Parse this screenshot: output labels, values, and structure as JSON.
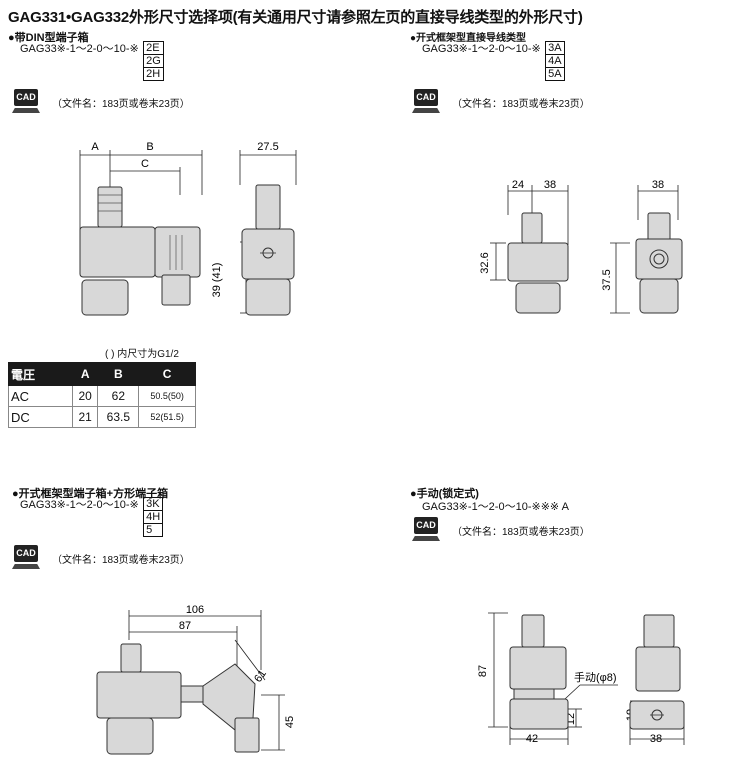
{
  "title": "GAG331•GAG332外形尺寸选择项(有关通用尺寸请参照左页的直接导线类型的外形尺寸)",
  "sections": {
    "din": {
      "title": "●带DIN型端子箱",
      "model": "GAG33※-1～2-0～10-※",
      "options": [
        "2E",
        "2G",
        "2H"
      ],
      "cad_label": "CAD",
      "cad_text": "（文件名：183页或卷末23页）",
      "dims": {
        "a": "A",
        "b": "B",
        "c": "C",
        "w": "27.5",
        "h": "39 (41)"
      }
    },
    "open_direct": {
      "title": "●开式框架型直接导线类型",
      "model": "GAG33※-1～2-0～10-※",
      "options": [
        "3A",
        "4A",
        "5A"
      ],
      "cad_label": "CAD",
      "cad_text": "（文件名：183页或卷末23页）",
      "dims": {
        "d24": "24",
        "d38a": "38",
        "d38b": "38",
        "d326": "32.6",
        "d375": "37.5"
      }
    },
    "open_square": {
      "title": "●开式框架型端子箱+方形端子箱",
      "model": "GAG33※-1～2-0～10-※",
      "options": [
        "3K",
        "4H",
        "5"
      ],
      "cad_label": "CAD",
      "cad_text": "（文件名：183页或卷末23页）",
      "dims": {
        "d106": "106",
        "d87": "87",
        "d61": "61",
        "d45": "45"
      }
    },
    "manual": {
      "title": "●手动(锁定式)",
      "model": "GAG33※-1～2-0～10-※※※ A",
      "cad_label": "CAD",
      "cad_text": "（文件名：183页或卷末23页）",
      "dims": {
        "d87": "87",
        "d42": "42",
        "d12": "12",
        "d19": "19",
        "d38": "38",
        "manual": "手动(φ8)"
      }
    }
  },
  "table": {
    "note": "(    ) 内尺寸为G1/2",
    "headers": [
      "電圧",
      "A",
      "B",
      "C"
    ],
    "rows": [
      {
        "label": "AC",
        "a": "20",
        "b": "62",
        "c": "50.5(50)"
      },
      {
        "label": "DC",
        "a": "21",
        "b": "63.5",
        "c": "52(51.5)"
      }
    ]
  }
}
